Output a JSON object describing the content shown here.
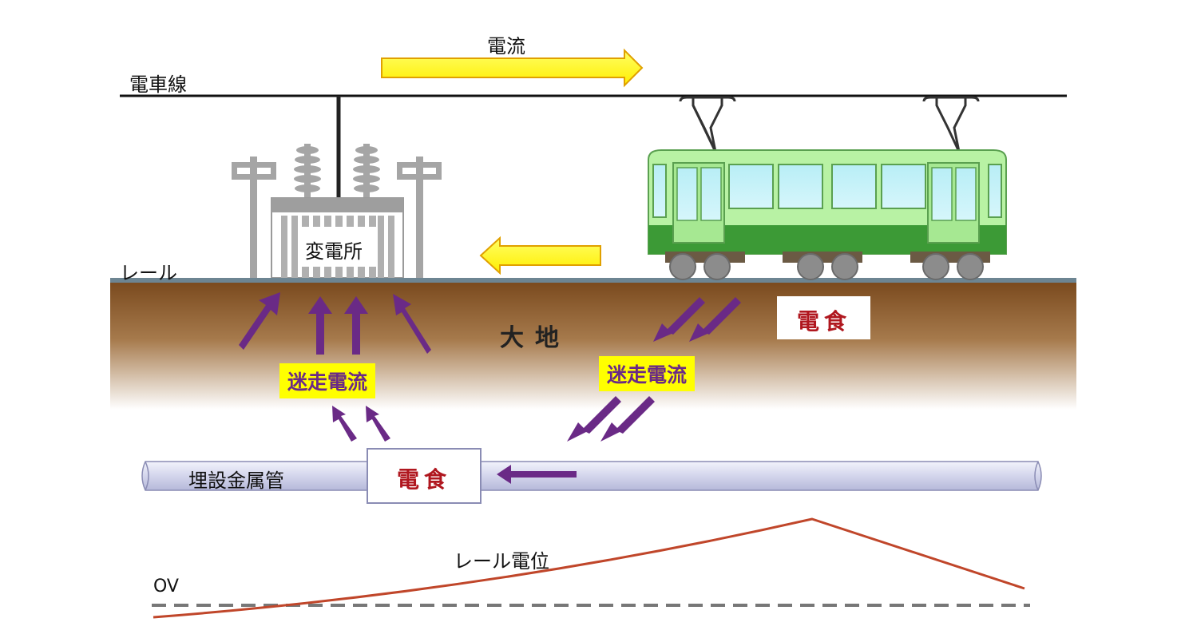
{
  "labels": {
    "current": "電流",
    "overhead_line": "電車線",
    "rail": "レール",
    "substation": "変電所",
    "earth": "大地",
    "stray_current_left": "迷走電流",
    "stray_current_right": "迷走電流",
    "corrosion_top": "電食",
    "corrosion_pipe": "電食",
    "buried_pipe": "埋設金属管",
    "rail_potential": "レール電位",
    "zero_volt": "OV"
  },
  "colors": {
    "current_arrow_fill": "#ffff00",
    "current_arrow_stroke": "#e0a000",
    "stray_arrow": "#6a2a86",
    "earth_top": "#7a4a1e",
    "rail": "#6d8592",
    "pipe": "#d6d8ee",
    "tram_light_green": "#b8f2a4",
    "tram_dark_green": "#3c9a36",
    "potential_curve": "#c0462a",
    "corrosion_text": "#b0171f",
    "stray_label_bg": "#ffff00"
  }
}
